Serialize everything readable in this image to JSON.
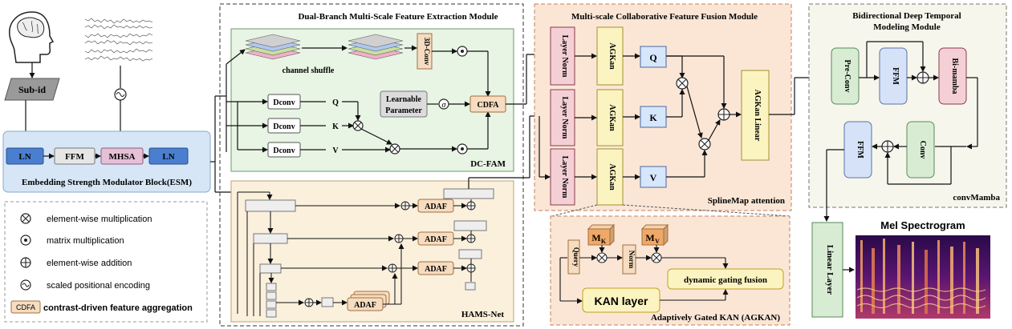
{
  "esm": {
    "sub_id": "Sub-id",
    "ln1": "LN",
    "ffm": "FFM",
    "mhsa": "MHSA",
    "ln2": "LN",
    "title": "Embedding Strength Modulator Block(ESM)"
  },
  "legend": {
    "mul": "element-wise multiplication",
    "matmul": "matrix multiplication",
    "add": "element-wise addition",
    "pos": "scaled positional encoding",
    "cdfa_tag": "CDFA",
    "cdfa": "contrast-driven feature aggregation"
  },
  "dcfam": {
    "title": "Dual-Branch Multi-Scale Feature Extraction Module",
    "conv3d": "3D-Conv",
    "shuffle": "channel shuffle",
    "dconv": "Dconv",
    "q": "Q",
    "k": "K",
    "v": "V",
    "learnable1": "Learnable",
    "learnable2": "Parameter",
    "sigma": "σ",
    "cdfa": "CDFA",
    "tag": "DC-FAM"
  },
  "hams": {
    "adaf": "ADAF",
    "tag": "HAMS-Net"
  },
  "mcffm": {
    "title": "Multi-scale Collaborative Feature Fusion Module",
    "layer_norm": "Layer Norm",
    "agkan": "AGKan",
    "q": "Q",
    "k": "K",
    "v": "V",
    "agkan_linear": "AGKan Linear",
    "tag": "SplineMap attention"
  },
  "agkan_detail": {
    "query": "Query",
    "mk_base": "M",
    "mk_sub": "K",
    "mv_base": "M",
    "mv_sub": "V",
    "norm": "Norm",
    "kan_layer": "KAN layer",
    "gating": "dynamic gating fusion",
    "tag": "Adaptively Gated KAN (AGKAN)"
  },
  "bdtm": {
    "title1": "Bidirectional Deep Temporal",
    "title2": "Modeling Module",
    "preconv": "Pre-Conv",
    "ffm": "FFM",
    "bimamba": "Bi-mamba",
    "ffm2": "FFM",
    "conv": "Conv",
    "tag": "convMamba"
  },
  "output": {
    "linear": "Linear Layer",
    "mel": "Mel Spectrogram"
  }
}
